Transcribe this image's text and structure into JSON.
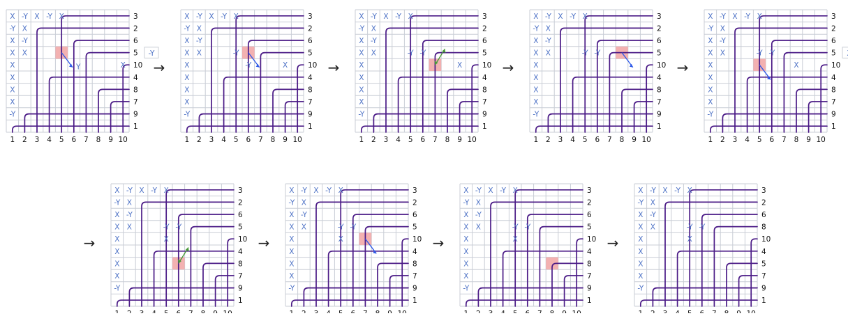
{
  "bottom_labels": [
    "1",
    "2",
    "3",
    "4",
    "5",
    "6",
    "7",
    "8",
    "9",
    "10"
  ],
  "transition_arrow": "→",
  "colors": {
    "pipe": "#4a1a86",
    "grid": "#c9cdd6",
    "highlight": "#f2a8a8",
    "marker": "#4f73c6",
    "arrow_blue": "#2b57e8",
    "arrow_green": "#4a9a3a"
  },
  "panels": [
    {
      "right_labels": [
        "3",
        "2",
        "6",
        "5",
        "10",
        "4",
        "8",
        "7",
        "9",
        "1"
      ],
      "markers": [
        [
          "X",
          "-Y",
          "X",
          "-Y",
          "X"
        ],
        [
          "-Y",
          "X"
        ],
        [
          "X",
          "-Y"
        ],
        [
          "X",
          "X"
        ],
        [
          "X"
        ],
        [
          "X"
        ],
        [
          "X"
        ],
        [
          "X"
        ],
        [
          "-Y"
        ]
      ],
      "extra_markers": [
        {
          "row": 4,
          "col": 9,
          "text": "X"
        }
      ],
      "highlight": {
        "row": 3,
        "col": 4
      },
      "side_label": "-Y",
      "arrow": {
        "type": "blue",
        "label": "Y"
      }
    },
    {
      "right_labels": [
        "3",
        "2",
        "6",
        "5",
        "10",
        "4",
        "8",
        "7",
        "9",
        "1"
      ],
      "markers": [
        [
          "X",
          "-Y",
          "X",
          "-Y",
          "X"
        ],
        [
          "-Y",
          "X"
        ],
        [
          "X",
          "-Y"
        ],
        [
          "X",
          "X"
        ],
        [
          "X"
        ],
        [
          "X"
        ],
        [
          "X"
        ],
        [
          "X"
        ],
        [
          "-Y"
        ]
      ],
      "extra_markers": [
        {
          "row": 3,
          "col": 4,
          "text": "-Y"
        },
        {
          "row": 4,
          "col": 5,
          "text": "-Y"
        },
        {
          "row": 4,
          "col": 8,
          "text": "X"
        }
      ],
      "highlight": {
        "row": 3,
        "col": 5
      },
      "arrow": {
        "type": "blue"
      }
    },
    {
      "right_labels": [
        "3",
        "2",
        "6",
        "5",
        "10",
        "4",
        "8",
        "7",
        "9",
        "1"
      ],
      "markers": [
        [
          "X",
          "-Y",
          "X",
          "-Y",
          "X"
        ],
        [
          "-Y",
          "X"
        ],
        [
          "X",
          "-Y"
        ],
        [
          "X",
          "X"
        ],
        [
          "X"
        ],
        [
          "X"
        ],
        [
          "X"
        ],
        [
          "X"
        ],
        [
          "-Y"
        ]
      ],
      "extra_markers": [
        {
          "row": 3,
          "col": 4,
          "text": "-Y"
        },
        {
          "row": 3,
          "col": 5,
          "text": "-Y"
        },
        {
          "row": 4,
          "col": 8,
          "text": "X"
        }
      ],
      "highlight": {
        "row": 4,
        "col": 6
      },
      "arrow": {
        "type": "green"
      }
    },
    {
      "right_labels": [
        "3",
        "2",
        "6",
        "5",
        "10",
        "4",
        "8",
        "7",
        "9",
        "1"
      ],
      "markers": [
        [
          "X",
          "-Y",
          "X",
          "-Y",
          "X"
        ],
        [
          "-Y",
          "X"
        ],
        [
          "X",
          "-Y"
        ],
        [
          "X",
          "X"
        ],
        [
          "X"
        ],
        [
          "X"
        ],
        [
          "X"
        ],
        [
          "X"
        ],
        [
          "-Y"
        ]
      ],
      "extra_markers": [
        {
          "row": 3,
          "col": 4,
          "text": "-Y"
        },
        {
          "row": 3,
          "col": 5,
          "text": "-Y"
        }
      ],
      "highlight": {
        "row": 3,
        "col": 7
      },
      "arrow": {
        "type": "blue"
      }
    },
    {
      "right_labels": [
        "3",
        "2",
        "6",
        "5",
        "10",
        "4",
        "8",
        "7",
        "9",
        "1"
      ],
      "markers": [
        [
          "X",
          "-Y",
          "X",
          "-Y",
          "X"
        ],
        [
          "-Y",
          "X"
        ],
        [
          "X",
          "-Y"
        ],
        [
          "X",
          "X"
        ],
        [
          "X"
        ],
        [
          "X"
        ],
        [
          "X"
        ],
        [
          "X"
        ],
        [
          "-Y"
        ]
      ],
      "extra_markers": [
        {
          "row": 3,
          "col": 4,
          "text": "-Y"
        },
        {
          "row": 3,
          "col": 5,
          "text": "-Y"
        },
        {
          "row": 4,
          "col": 7,
          "text": "X"
        }
      ],
      "highlight": {
        "row": 4,
        "col": 4
      },
      "side_label": "X",
      "arrow": {
        "type": "blue"
      }
    },
    {
      "right_labels": [
        "3",
        "2",
        "6",
        "5",
        "10",
        "4",
        "8",
        "7",
        "9",
        "1"
      ],
      "markers": [
        [
          "X",
          "-Y",
          "X",
          "-Y",
          "X"
        ],
        [
          "-Y",
          "X"
        ],
        [
          "X",
          "-Y"
        ],
        [
          "X",
          "X"
        ],
        [
          "X"
        ],
        [
          "X"
        ],
        [
          "X"
        ],
        [
          "X"
        ],
        [
          "-Y"
        ]
      ],
      "extra_markers": [
        {
          "row": 3,
          "col": 4,
          "text": "-Y"
        },
        {
          "row": 3,
          "col": 5,
          "text": "-Y"
        },
        {
          "row": 4,
          "col": 4,
          "text": "X"
        }
      ],
      "highlight": {
        "row": 6,
        "col": 5
      },
      "arrow": {
        "type": "green"
      }
    },
    {
      "right_labels": [
        "3",
        "2",
        "6",
        "5",
        "10",
        "4",
        "8",
        "7",
        "9",
        "1"
      ],
      "markers": [
        [
          "X",
          "-Y",
          "X",
          "-Y",
          "X"
        ],
        [
          "-Y",
          "X"
        ],
        [
          "X",
          "-Y"
        ],
        [
          "X",
          "X"
        ],
        [
          "X"
        ],
        [
          "X"
        ],
        [
          "X"
        ],
        [
          "X"
        ],
        [
          "-Y"
        ]
      ],
      "extra_markers": [
        {
          "row": 3,
          "col": 4,
          "text": "-Y"
        },
        {
          "row": 3,
          "col": 5,
          "text": "-Y"
        },
        {
          "row": 4,
          "col": 4,
          "text": "X"
        }
      ],
      "highlight": {
        "row": 4,
        "col": 6
      },
      "arrow": {
        "type": "blue"
      }
    },
    {
      "right_labels": [
        "3",
        "2",
        "6",
        "5",
        "10",
        "4",
        "8",
        "7",
        "9",
        "1"
      ],
      "markers": [
        [
          "X",
          "-Y",
          "X",
          "-Y",
          "X"
        ],
        [
          "-Y",
          "X"
        ],
        [
          "X",
          "-Y"
        ],
        [
          "X",
          "X"
        ],
        [
          "X"
        ],
        [
          "X"
        ],
        [
          "X"
        ],
        [
          "X"
        ],
        [
          "-Y"
        ]
      ],
      "extra_markers": [
        {
          "row": 3,
          "col": 4,
          "text": "-Y"
        },
        {
          "row": 3,
          "col": 5,
          "text": "-Y"
        },
        {
          "row": 4,
          "col": 4,
          "text": "X"
        }
      ],
      "highlight": {
        "row": 6,
        "col": 7
      }
    },
    {
      "right_labels": [
        "3",
        "2",
        "6",
        "8",
        "10",
        "4",
        "5",
        "7",
        "9",
        "1"
      ],
      "markers": [
        [
          "X",
          "-Y",
          "X",
          "-Y",
          "X"
        ],
        [
          "-Y",
          "X"
        ],
        [
          "X",
          "-Y"
        ],
        [
          "X",
          "X"
        ],
        [
          "X"
        ],
        [
          "X"
        ],
        [
          "X"
        ],
        [
          "X"
        ],
        [
          "-Y"
        ]
      ],
      "extra_markers": [
        {
          "row": 3,
          "col": 4,
          "text": "-Y"
        },
        {
          "row": 3,
          "col": 5,
          "text": "-Y"
        },
        {
          "row": 4,
          "col": 4,
          "text": "X"
        }
      ]
    }
  ]
}
